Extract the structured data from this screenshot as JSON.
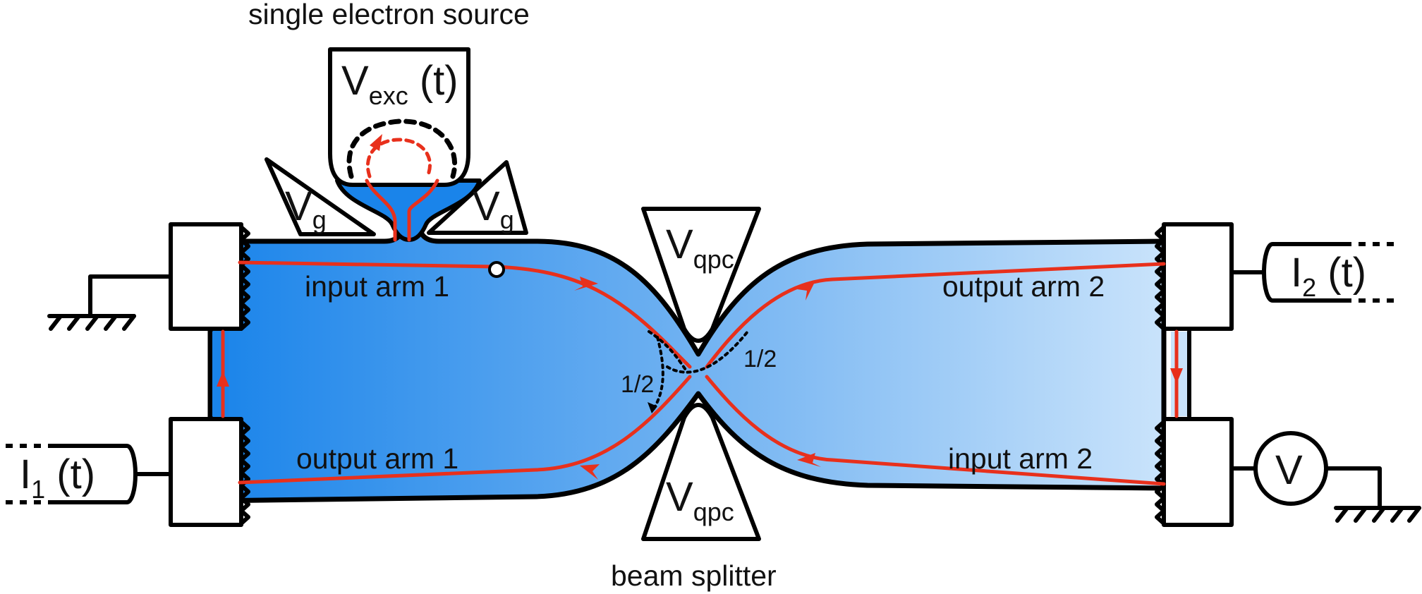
{
  "labels": {
    "source_title": "single electron source",
    "exc_gate": "V",
    "exc_gate_sub": "exc",
    "exc_gate_arg": " (t)",
    "gate_left": "V",
    "gate_left_sub": "g",
    "gate_right": "V",
    "gate_right_sub": "g",
    "qpc_top": "V",
    "qpc_top_sub": "qpc",
    "qpc_bottom": "V",
    "qpc_bottom_sub": "qpc",
    "beam_splitter": "beam splitter",
    "input_arm_1": "input arm 1",
    "output_arm_1": "output arm 1",
    "input_arm_2": "input arm 2",
    "output_arm_2": "output arm 2",
    "half_left": "1/2",
    "half_right": "1/2",
    "current_1": "I",
    "current_1_sub": "1",
    "current_1_arg": " (t)",
    "current_2": "I",
    "current_2_sub": "2",
    "current_2_arg": " (t)",
    "voltmeter": "V"
  },
  "colors": {
    "edge_channel": "#e8301c",
    "gas_dark": "#1a84ea",
    "gas_light": "#c9e3fb",
    "outline": "#000000"
  }
}
